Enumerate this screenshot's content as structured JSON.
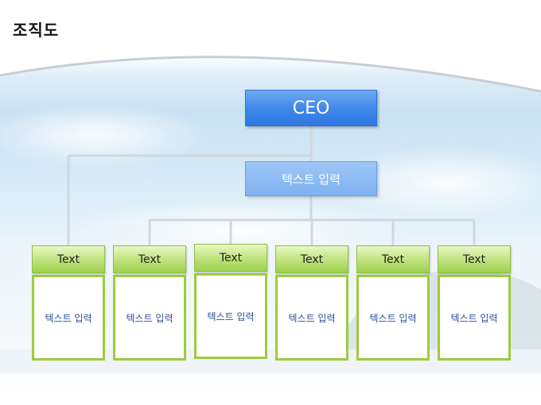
{
  "title": "조직도",
  "ceo": {
    "label": "CEO"
  },
  "sub": {
    "label": "텍스트 입력"
  },
  "columns": [
    {
      "header": "Text",
      "body": "텍스트 입력"
    },
    {
      "header": "Text",
      "body": "텍스트 입력"
    },
    {
      "header": "Text",
      "body": "텍스트 입력"
    },
    {
      "header": "Text",
      "body": "텍스트 입력"
    },
    {
      "header": "Text",
      "body": "텍스트 입력"
    },
    {
      "header": "Text",
      "body": "텍스트 입력"
    }
  ],
  "colors": {
    "ceo_fill": "#3d86ea",
    "sub_fill": "#7eb2f2",
    "header_fill": "#bde27a",
    "body_border": "#9ccc3c",
    "connector": "#d0d7de"
  }
}
